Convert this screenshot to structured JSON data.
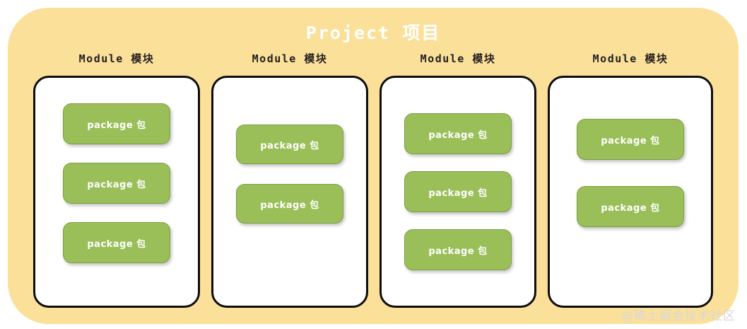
{
  "project": {
    "title": "Project 项目",
    "background_color": "#fbe09a",
    "title_color": "#ffffff"
  },
  "modules": [
    {
      "title": "Module 模块",
      "packages": [
        {
          "label": "package 包"
        },
        {
          "label": "package 包"
        },
        {
          "label": "package 包"
        }
      ]
    },
    {
      "title": "Module 模块",
      "packages": [
        {
          "label": "package 包"
        },
        {
          "label": "package 包"
        }
      ]
    },
    {
      "title": "Module 模块",
      "packages": [
        {
          "label": "package 包"
        },
        {
          "label": "package 包"
        },
        {
          "label": "package 包"
        }
      ]
    },
    {
      "title": "Module 模块",
      "packages": [
        {
          "label": "package 包"
        },
        {
          "label": "package 包"
        }
      ]
    }
  ],
  "colors": {
    "panel": "#fbe09a",
    "module_border": "#0d0d0d",
    "module_fill": "#ffffff",
    "package_fill": "#9abf59",
    "package_border": "#7d9e45",
    "package_text": "#ffffff",
    "module_title_text": "#231f20",
    "watermark_text": "#d8d8d8"
  },
  "watermark": {
    "text": "@稀土掘金技术社区"
  }
}
